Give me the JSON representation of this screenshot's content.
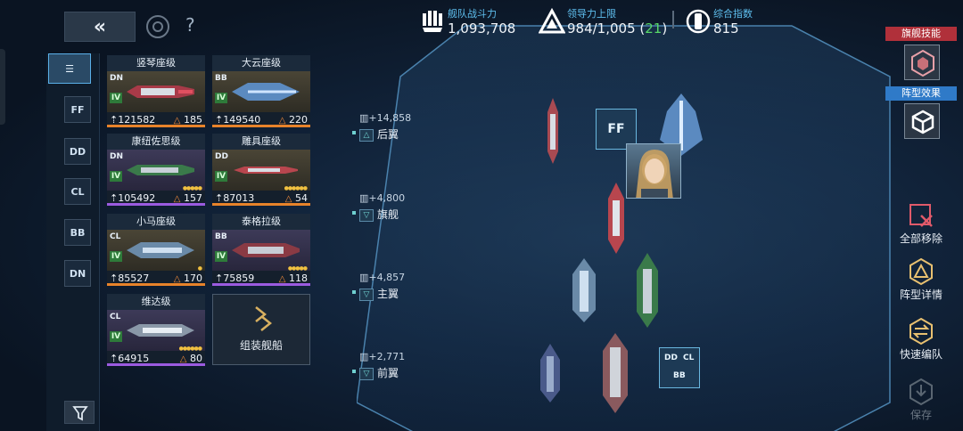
{
  "stats": {
    "fleet_power": {
      "label": "舰队战斗力",
      "value": "1,093,708"
    },
    "leadership": {
      "label": "领导力上限",
      "value": "984/1,005",
      "bonus": "21"
    },
    "overall": {
      "label": "综合指数",
      "value": "815"
    }
  },
  "sidebar": {
    "tabs": [
      {
        "label": "☰",
        "name": "list"
      },
      {
        "label": "FF",
        "name": "ff"
      },
      {
        "label": "DD",
        "name": "dd"
      },
      {
        "label": "CL",
        "name": "cl"
      },
      {
        "label": "BB",
        "name": "bb"
      },
      {
        "label": "DN",
        "name": "dn"
      }
    ]
  },
  "cards": [
    {
      "name": "竖琴座级",
      "type": "DN",
      "tier": "IV",
      "power": "121582",
      "lead": "185",
      "rarity": "gold"
    },
    {
      "name": "大云座级",
      "type": "BB",
      "tier": "IV",
      "power": "149540",
      "lead": "220",
      "rarity": "gold"
    },
    {
      "name": "康纽佐思级",
      "type": "DN",
      "tier": "IV",
      "power": "105492",
      "lead": "157",
      "rarity": "purple"
    },
    {
      "name": "雕具座级",
      "type": "DD",
      "tier": "IV",
      "power": "87013",
      "lead": "54",
      "rarity": "gold"
    },
    {
      "name": "小马座级",
      "type": "CL",
      "tier": "IV",
      "power": "85527",
      "lead": "170",
      "rarity": "gold"
    },
    {
      "name": "泰格拉级",
      "type": "BB",
      "tier": "IV",
      "power": "75859",
      "lead": "118",
      "rarity": "purple"
    },
    {
      "name": "维达级",
      "type": "CL",
      "tier": "IV",
      "power": "64915",
      "lead": "80",
      "rarity": "purple"
    }
  ],
  "assemble": {
    "label": "组装舰船"
  },
  "rows": [
    {
      "power": "+14,858",
      "position": "后翼"
    },
    {
      "power": "+4,800",
      "position": "旗舰"
    },
    {
      "power": "+4,857",
      "position": "主翼"
    },
    {
      "power": "+2,771",
      "position": "前翼"
    }
  ],
  "slots": {
    "ff": "FF",
    "multi": [
      "DD",
      "CL",
      "BB"
    ]
  },
  "right": {
    "flagship_skill": "旗舰技能",
    "formation_effect": "阵型效果",
    "remove_all": "全部移除",
    "formation_detail": "阵型详情",
    "quick_form": "快速编队",
    "save": "保存"
  }
}
